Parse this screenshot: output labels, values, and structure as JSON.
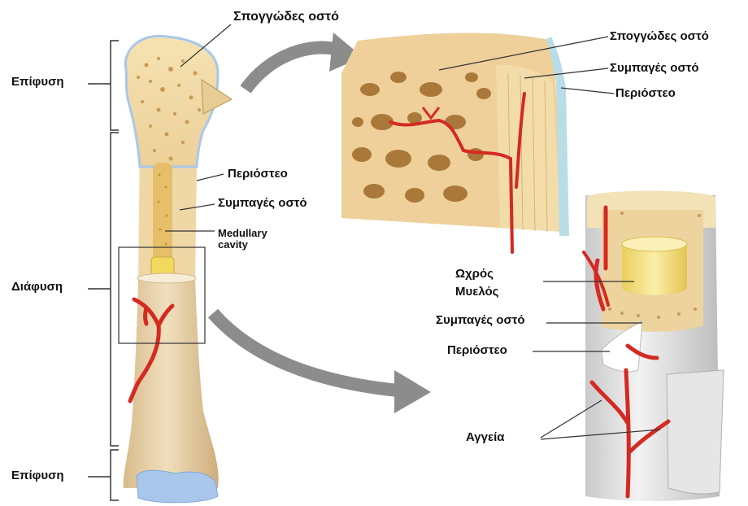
{
  "labels": {
    "spongy_top": "Σπογγώδες οστό",
    "epiphysis_top": "Επίφυση",
    "diaphysis": "Διάφυση",
    "epiphysis_bottom": "Επίφυση",
    "periosteum_bone": "Περιόστεο",
    "compact_bone": "Συμπαγές οστό",
    "medullary_cavity": "Medullary\ncavity",
    "zoom_spongy": "Σπογγώδες οστό",
    "zoom_compact": "Συμπαγές οστό",
    "zoom_periosteum": "Περιόστεο",
    "yellow_marrow": "Ωχρός\nΜυελός",
    "shaft_compact": "Συμπαγές οστό",
    "shaft_periosteum": "Περιόστεο",
    "vessels": "Αγγεία"
  },
  "colors": {
    "bone_spongy": "#f1d9a3",
    "bone_shaft": "#e8d3ad",
    "pore": "#c99a52",
    "vessel": "#d42a22",
    "cartilage": "#a9c7ea",
    "marrow": "#f3df86",
    "periosteum_blue": "#b8dde6",
    "arrow_gray": "#8c8c8c",
    "line": "#333333"
  }
}
